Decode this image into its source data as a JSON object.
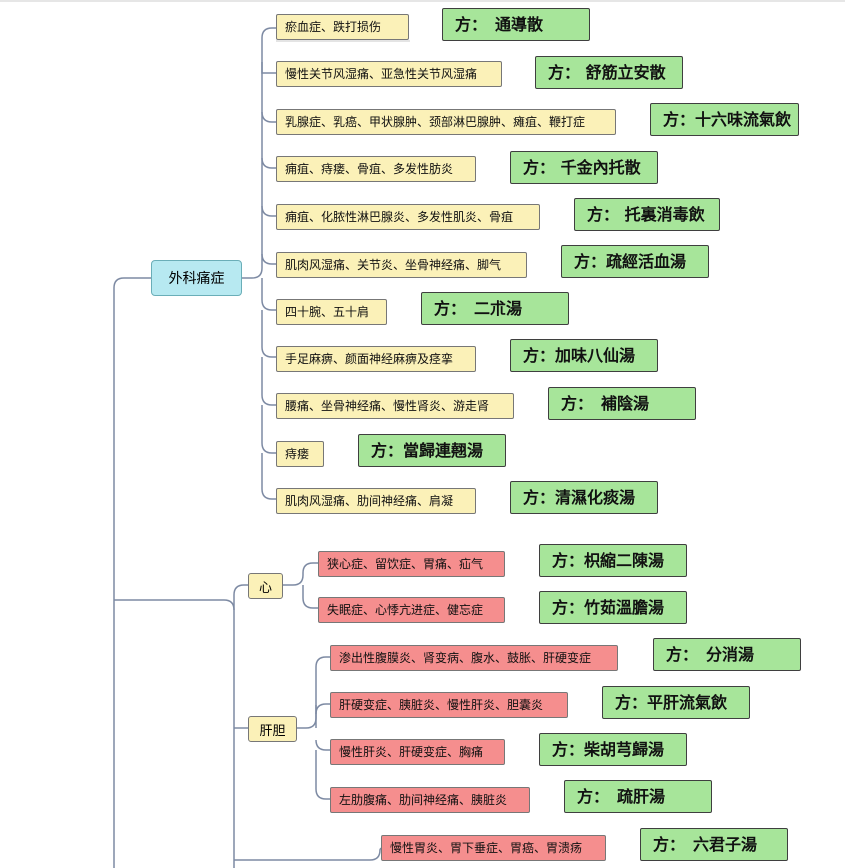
{
  "root": "外科痛症",
  "categories": {
    "heart": "心",
    "liver": "肝胆"
  },
  "rows": [
    {
      "symptom": "瘀血症、跌打损伤",
      "remedy": "方：　通導散"
    },
    {
      "symptom": "慢性关节风湿痛、亚急性关节风湿痛",
      "remedy": "方：  舒筋立安散"
    },
    {
      "symptom": "乳腺症、乳癌、甲状腺肿、颈部淋巴腺肿、瘫疽、鞭打症",
      "remedy": "方：十六味流氣飲"
    },
    {
      "symptom": "痈疽、痔瘘、骨疽、多发性肪炎",
      "remedy": "方：  千金內托散"
    },
    {
      "symptom": "痈疽、化脓性淋巴腺炎、多发性肌炎、骨疽",
      "remedy": "方：  托裏消毒飲"
    },
    {
      "symptom": "肌肉风湿痛、关节炎、坐骨神经痛、脚气",
      "remedy": "方：疏經活血湯"
    },
    {
      "symptom": "四十腕、五十肩",
      "remedy": "方：　二朮湯"
    },
    {
      "symptom": "手足麻痹、颜面神经麻痹及痉挛",
      "remedy": "方：加味八仙湯"
    },
    {
      "symptom": "腰痛、坐骨神经痛、慢性肾炎、游走肾",
      "remedy": "方：　補陰湯"
    },
    {
      "symptom": "痔瘘",
      "remedy": "方：當歸連翹湯"
    },
    {
      "symptom": "肌肉风湿痛、肋间神经痛、肩凝",
      "remedy": "方：清濕化痰湯"
    }
  ],
  "heart_rows": [
    {
      "symptom": "狭心症、留饮症、胃痛、疝气",
      "remedy": "方：枳縮二陳湯"
    },
    {
      "symptom": "失眠症、心悸亢进症、健忘症",
      "remedy": "方：竹茹溫膽湯"
    }
  ],
  "liver_rows": [
    {
      "symptom": "渗出性腹膜炎、肾变病、腹水、鼓胀、肝硬变症",
      "remedy": "方：　分消湯"
    },
    {
      "symptom": "肝硬变症、胰脏炎、慢性肝炎、胆囊炎",
      "remedy": "方：平肝流氣飲"
    },
    {
      "symptom": "慢性肝炎、肝硬变症、胸痛",
      "remedy": "方：柴胡芎歸湯"
    },
    {
      "symptom": "左肋腹痛、肋间神经痛、胰脏炎",
      "remedy": "方：　疏肝湯"
    }
  ],
  "stomach_rows": [
    {
      "symptom": "慢性胃炎、胃下垂症、胃癌、胃溃疡",
      "remedy": "方：　六君子湯"
    }
  ],
  "colors": {
    "root": "#b7e9f1",
    "symptom_yellow": "#fbf1b8",
    "symptom_red": "#f58e8e",
    "remedy_green": "#a7e59a",
    "connector": "#7d8aa3"
  }
}
